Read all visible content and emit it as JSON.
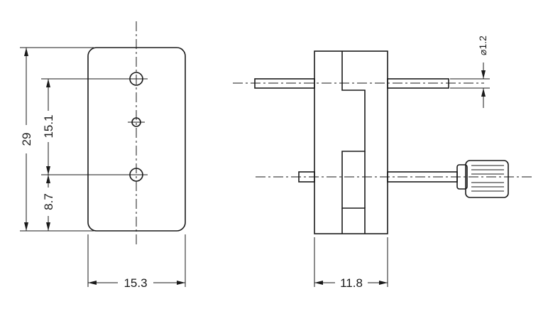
{
  "dimensions": {
    "height_total": "29",
    "hole_spacing": "15.1",
    "hole_offset": "8.7",
    "width_front": "15.3",
    "width_side": "11.8",
    "pin_diameter": "⌀1.2"
  }
}
